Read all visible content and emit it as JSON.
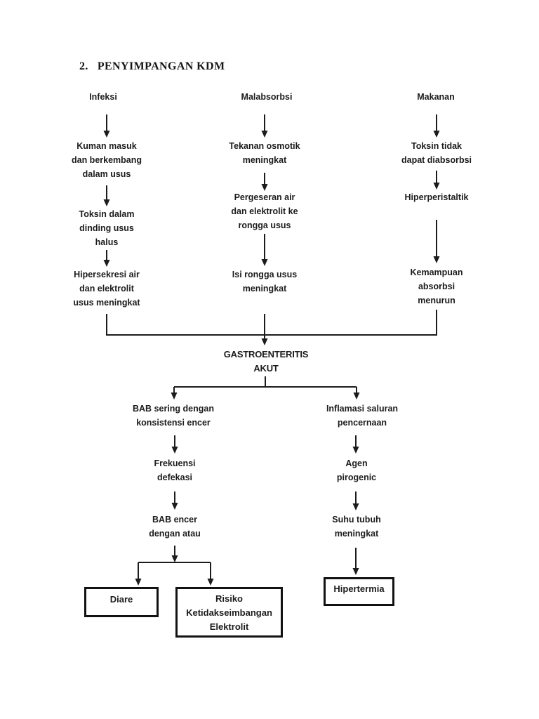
{
  "document": {
    "heading_number": "2.",
    "heading": "PENYIMPANGAN KDM"
  },
  "diagram": {
    "type": "flowchart",
    "ink_color": "#1c1c1c",
    "background_color": "#ffffff",
    "boxed_nodes": [
      "diare",
      "risiko",
      "hipertermia"
    ],
    "nodes": {
      "infeksi": "Infeksi",
      "malabsorbsi": "Malabsorbsi",
      "makanan": "Makanan",
      "kuman_masuk": "Kuman masuk\ndan berkembang\ndalam usus",
      "toksin_dalam": "Toksin dalam\ndinding usus\nhalus",
      "hipersekresi": "Hipersekresi air\ndan elektrolit\nusus meningkat",
      "tekanan_osmotik": "Tekanan osmotik\nmeningkat",
      "pergeseran_air": "Pergeseran air\ndan elektrolit ke\nrongga usus",
      "isi_rongga": "Isi rongga usus\nmeningkat",
      "toksin_tidak": "Toksin tidak\ndapat diabsorbsi",
      "hiperperistaltik": "Hiperperistaltik",
      "kemampuan_absorbsi": "Kemampuan\nabsorbsi\nmenurun",
      "gastroenteritis_akut": "GASTROENTERITIS\nAKUT",
      "bab_sering": "BAB sering dengan\nkonsistensi encer",
      "inflamasi": "Inflamasi saluran\npencernaan",
      "frekuensi_defekasi": "Frekuensi\ndefekasi",
      "agen_pirogenic": "Agen\npirogenic",
      "bab_encer": "BAB encer\ndengan atau",
      "suhu_tubuh": "Suhu tubuh\nmeningkat",
      "diare": "Diare",
      "risiko": "Risiko\nKetidakseimbangan\nElektrolit",
      "hipertermia": "Hipertermia"
    },
    "edges": [
      {
        "from": "infeksi",
        "to": "kuman_masuk"
      },
      {
        "from": "kuman_masuk",
        "to": "toksin_dalam"
      },
      {
        "from": "toksin_dalam",
        "to": "hipersekresi"
      },
      {
        "from": "malabsorbsi",
        "to": "tekanan_osmotik"
      },
      {
        "from": "tekanan_osmotik",
        "to": "pergeseran_air"
      },
      {
        "from": "pergeseran_air",
        "to": "isi_rongga"
      },
      {
        "from": "makanan",
        "to": "toksin_tidak"
      },
      {
        "from": "toksin_tidak",
        "to": "hiperperistaltik"
      },
      {
        "from": "hiperperistaltik",
        "to": "kemampuan_absorbsi"
      },
      {
        "from": "hipersekresi",
        "to": "gastroenteritis_akut"
      },
      {
        "from": "isi_rongga",
        "to": "gastroenteritis_akut"
      },
      {
        "from": "kemampuan_absorbsi",
        "to": "gastroenteritis_akut"
      },
      {
        "from": "gastroenteritis_akut",
        "to": "bab_sering"
      },
      {
        "from": "gastroenteritis_akut",
        "to": "inflamasi"
      },
      {
        "from": "bab_sering",
        "to": "frekuensi_defekasi"
      },
      {
        "from": "frekuensi_defekasi",
        "to": "bab_encer"
      },
      {
        "from": "bab_encer",
        "to": "diare"
      },
      {
        "from": "bab_encer",
        "to": "risiko"
      },
      {
        "from": "inflamasi",
        "to": "agen_pirogenic"
      },
      {
        "from": "agen_pirogenic",
        "to": "suhu_tubuh"
      },
      {
        "from": "suhu_tubuh",
        "to": "hipertermia"
      }
    ]
  }
}
